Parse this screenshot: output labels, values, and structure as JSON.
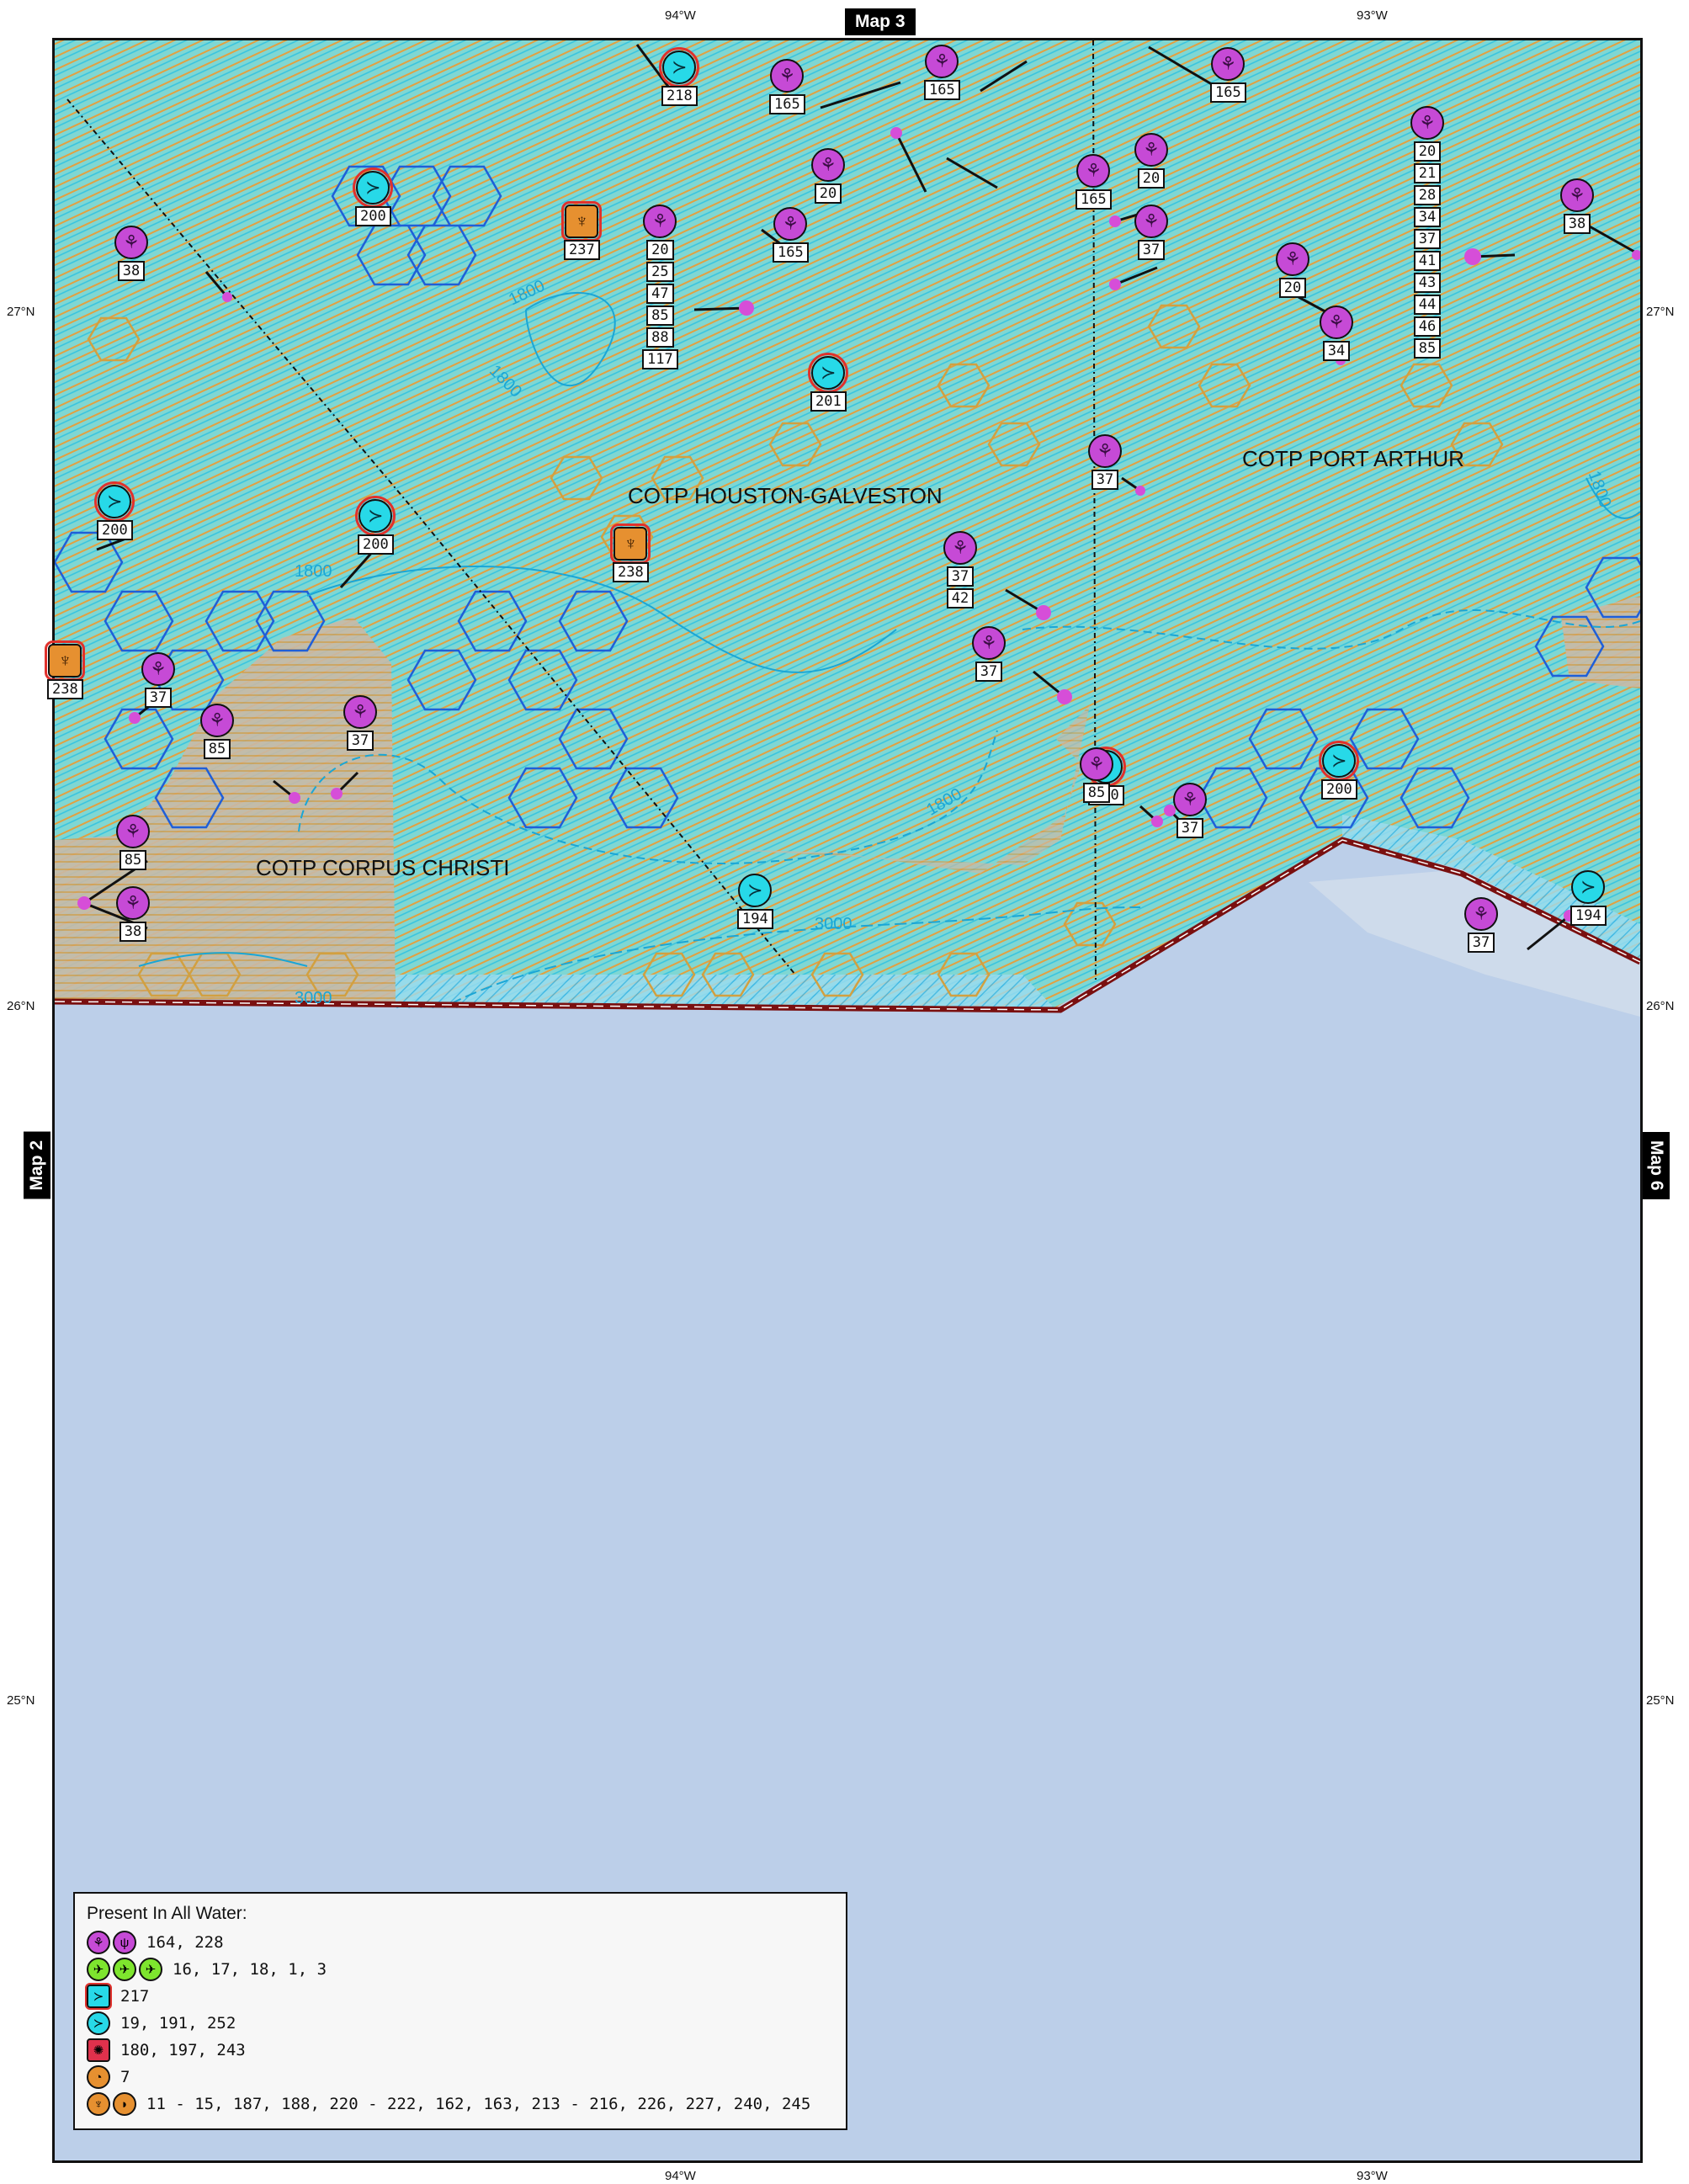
{
  "map_tabs": {
    "top": "Map 3",
    "left": "Map 2",
    "right": "Map 6"
  },
  "graticule": {
    "lon_top": [
      "94°W",
      "93°W"
    ],
    "lon_bottom": [
      "94°W",
      "93°W"
    ],
    "lat_left": [
      "27°N",
      "26°N",
      "25°N"
    ],
    "lat_right": [
      "27°N",
      "26°N",
      "25°N"
    ]
  },
  "zones": [
    "COTP HOUSTON-GALVESTON",
    "COTP PORT ARTHUR",
    "COTP CORPUS CHRISTI"
  ],
  "contours": [
    "1800",
    "1800",
    "1800",
    "1800",
    "3000",
    "3000",
    "1800"
  ],
  "markers": [
    {
      "type": "fish-box",
      "codes": [
        "218"
      ]
    },
    {
      "type": "coral",
      "codes": [
        "165"
      ]
    },
    {
      "type": "coral",
      "codes": [
        "165"
      ]
    },
    {
      "type": "coral",
      "codes": [
        "165"
      ]
    },
    {
      "type": "coral",
      "codes": [
        "20",
        "21",
        "28",
        "34",
        "37",
        "41",
        "43",
        "44",
        "46",
        "85"
      ]
    },
    {
      "type": "coral",
      "codes": [
        "20"
      ]
    },
    {
      "type": "coral",
      "codes": [
        "165"
      ]
    },
    {
      "type": "fish-box",
      "codes": [
        "200"
      ]
    },
    {
      "type": "whale",
      "codes": [
        "237"
      ]
    },
    {
      "type": "coral",
      "codes": [
        "20",
        "25",
        "47",
        "85",
        "88",
        "117"
      ]
    },
    {
      "type": "coral",
      "codes": [
        "165"
      ]
    },
    {
      "type": "coral",
      "codes": [
        "20"
      ]
    },
    {
      "type": "coral",
      "codes": [
        "37"
      ]
    },
    {
      "type": "coral",
      "codes": [
        "38"
      ]
    },
    {
      "type": "coral",
      "codes": [
        "38"
      ]
    },
    {
      "type": "coral",
      "codes": [
        "20"
      ]
    },
    {
      "type": "coral",
      "codes": [
        "34"
      ]
    },
    {
      "type": "fish-box",
      "codes": [
        "201"
      ]
    },
    {
      "type": "coral",
      "codes": [
        "37"
      ]
    },
    {
      "type": "fish-box",
      "codes": [
        "200"
      ]
    },
    {
      "type": "fish-box",
      "codes": [
        "200"
      ]
    },
    {
      "type": "whale",
      "codes": [
        "238"
      ]
    },
    {
      "type": "coral",
      "codes": [
        "37",
        "42"
      ]
    },
    {
      "type": "coral",
      "codes": [
        "37"
      ]
    },
    {
      "type": "whale",
      "codes": [
        "238"
      ]
    },
    {
      "type": "coral",
      "codes": [
        "37"
      ]
    },
    {
      "type": "coral",
      "codes": [
        "85"
      ]
    },
    {
      "type": "coral",
      "codes": [
        "37"
      ]
    },
    {
      "type": "fish-box",
      "codes": [
        "200"
      ]
    },
    {
      "type": "coral",
      "codes": [
        "85"
      ]
    },
    {
      "type": "coral",
      "codes": [
        "37"
      ]
    },
    {
      "type": "fish-box",
      "codes": [
        "200"
      ]
    },
    {
      "type": "coral",
      "codes": [
        "85"
      ]
    },
    {
      "type": "coral",
      "codes": [
        "38"
      ]
    },
    {
      "type": "fish",
      "codes": [
        "194"
      ]
    },
    {
      "type": "fish",
      "codes": [
        "194"
      ]
    },
    {
      "type": "coral",
      "codes": [
        "37"
      ]
    }
  ],
  "legend": {
    "title": "Present In All Water:",
    "rows": [
      {
        "icons": [
          "coral-icon",
          "seagrass-icon"
        ],
        "color": "purple",
        "text": "164, 228"
      },
      {
        "icons": [
          "bird-icon",
          "bird-icon",
          "bird-icon"
        ],
        "color": "green",
        "text": "16, 17, 18, 1, 3"
      },
      {
        "icons": [
          "fish-box-icon"
        ],
        "color": "cyan-boxed",
        "text": "217"
      },
      {
        "icons": [
          "fish-icon"
        ],
        "color": "cyan",
        "text": "19, 191, 252"
      },
      {
        "icons": [
          "turtle-icon"
        ],
        "color": "red",
        "text": "180, 197, 243"
      },
      {
        "icons": [
          "shrimp-icon"
        ],
        "color": "orange",
        "text": "7"
      },
      {
        "icons": [
          "whale-icon",
          "dolphin-icon"
        ],
        "color": "orange",
        "text": "11 - 15, 187, 188, 220 - 222, 162, 163, 213 - 216, 226, 227, 240, 245"
      }
    ]
  },
  "colors": {
    "ocean": "#bccfe9",
    "habitat_fill": "#7fd7d3",
    "hatch_orange": "#e3a040",
    "hex_blue": "#1f5fd8",
    "hex_orange": "#d2a040",
    "coral_marker": "#c64ad6",
    "fish_marker": "#27d9e8",
    "whale_marker": "#e69030",
    "boundary_red": "#7a1010"
  }
}
